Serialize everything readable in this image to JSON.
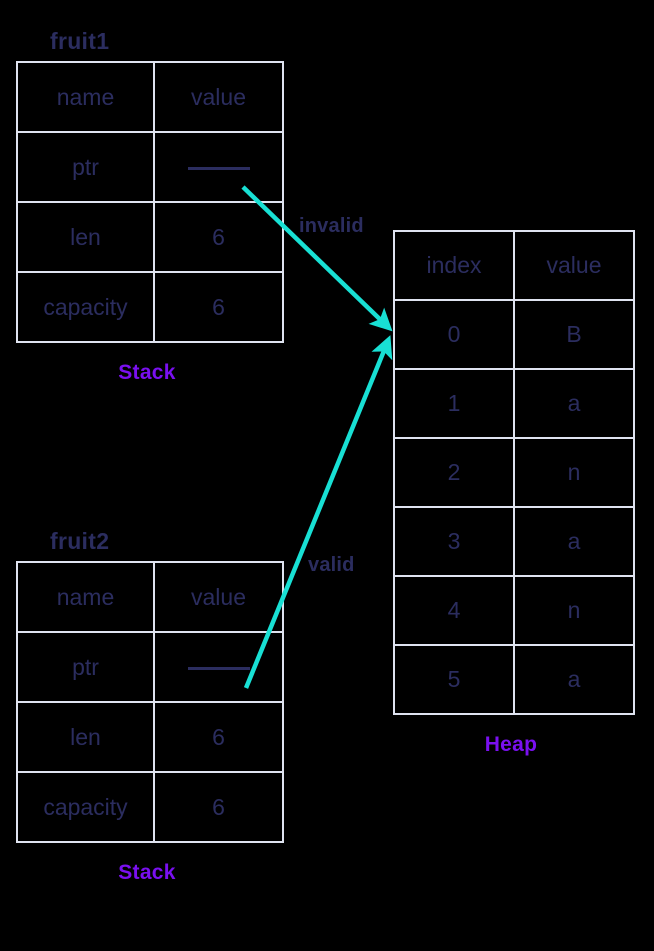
{
  "theme": {
    "background": "#000000",
    "text_navy": "#2b2d5f",
    "accent_purple": "#7a10f0",
    "accent_teal": "#18e0d4",
    "border_lavender": "#dfe3f0"
  },
  "stack_structs": [
    {
      "title": "fruit1",
      "header": {
        "name": "name",
        "value": "value"
      },
      "rows": [
        {
          "name": "ptr",
          "value": "",
          "is_pointer": true
        },
        {
          "name": "len",
          "value": "6",
          "is_pointer": false
        },
        {
          "name": "capacity",
          "value": "6",
          "is_pointer": false
        }
      ],
      "region_label": "Stack"
    },
    {
      "title": "fruit2",
      "header": {
        "name": "name",
        "value": "value"
      },
      "rows": [
        {
          "name": "ptr",
          "value": "",
          "is_pointer": true
        },
        {
          "name": "len",
          "value": "6",
          "is_pointer": false
        },
        {
          "name": "capacity",
          "value": "6",
          "is_pointer": false
        }
      ],
      "region_label": "Stack"
    }
  ],
  "heap": {
    "header": {
      "index": "index",
      "value": "value"
    },
    "rows": [
      {
        "index": "0",
        "value": "B"
      },
      {
        "index": "1",
        "value": "a"
      },
      {
        "index": "2",
        "value": "n"
      },
      {
        "index": "3",
        "value": "a"
      },
      {
        "index": "4",
        "value": "n"
      },
      {
        "index": "5",
        "value": "a"
      }
    ],
    "region_label": "Heap"
  },
  "arrows": [
    {
      "id": "invalid",
      "label": "invalid",
      "from": "fruit1.ptr",
      "to": "heap.row0"
    },
    {
      "id": "valid",
      "label": "valid",
      "from": "fruit2.ptr",
      "to": "heap.row0"
    }
  ]
}
